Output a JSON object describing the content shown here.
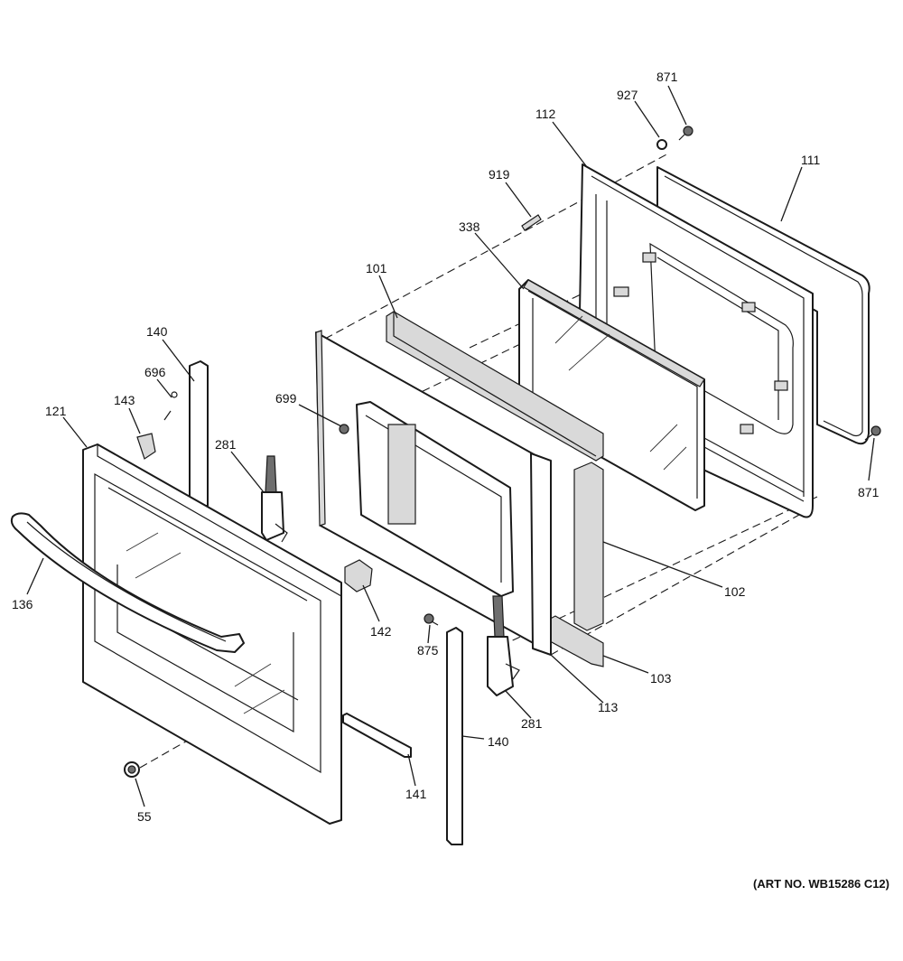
{
  "callouts": {
    "871_top": "871",
    "927": "927",
    "112": "112",
    "111": "111",
    "919": "919",
    "338": "338",
    "101": "101",
    "140_top": "140",
    "696": "696",
    "143": "143",
    "121": "121",
    "699": "699",
    "281_top": "281",
    "871_right": "871",
    "136": "136",
    "142": "142",
    "102": "102",
    "875": "875",
    "103": "103",
    "113": "113",
    "281_bottom": "281",
    "140_bottom": "140",
    "141": "141",
    "55": "55"
  },
  "art_number": "(ART NO. WB15286 C12)"
}
